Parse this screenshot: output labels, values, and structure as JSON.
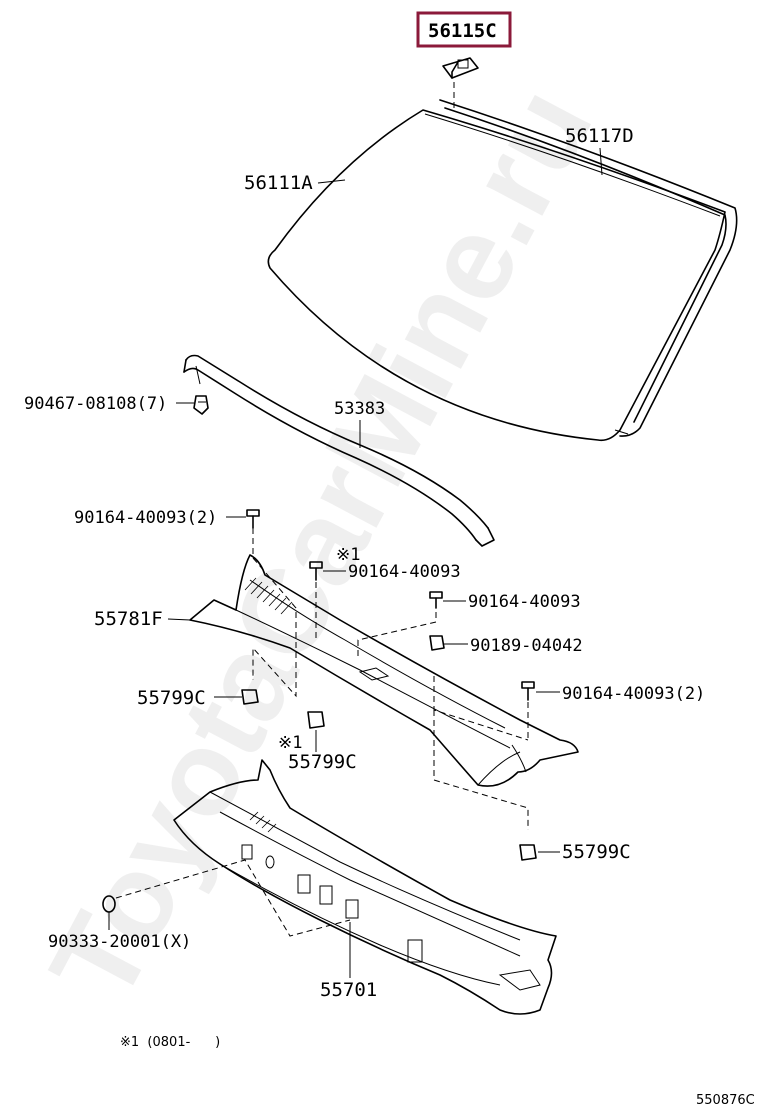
{
  "diagram_code": "550876C",
  "footnote": "※1  (0801-      )",
  "watermark": "ToyotaCarMine.ru",
  "highlight_color": "#8b1a3a",
  "parts": {
    "clip_56115c": "56115C",
    "glass_56111a": "56111A",
    "molding_56117d": "56117D",
    "clip_90467": "90467-08108(7)",
    "seal_53383": "53383",
    "screw_90164_top2": "90164-40093(2)",
    "star_mark_a": "※1",
    "screw_90164_mid": "90164-40093",
    "screw_90164_right": "90164-40093",
    "nut_90189": "90189-04042",
    "louver_55781f": "55781F",
    "screw_90164_right2": "90164-40093(2)",
    "clip_55799c_left": "55799C",
    "star_mark_b": "※1",
    "clip_55799c_center": "55799C",
    "clip_55799c_right": "55799C",
    "plug_90333": "90333-20001(X)",
    "panel_55701": "55701"
  }
}
